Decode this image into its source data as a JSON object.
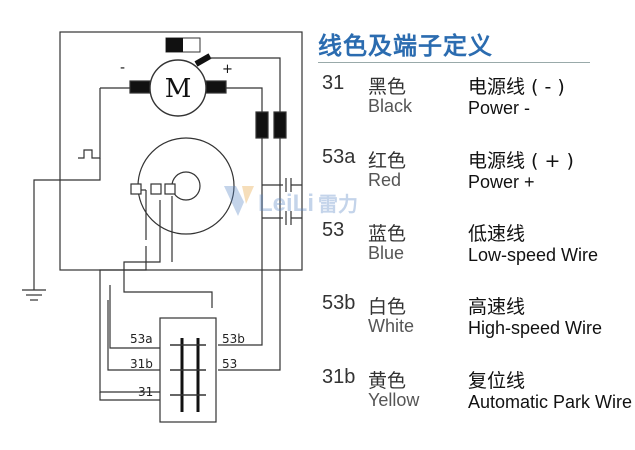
{
  "legend": {
    "title": "线色及端子定义",
    "rows": [
      {
        "terminal": "31",
        "color_cn": "黑色",
        "color_en": "Black",
        "func_cn": "电源线 ( - )",
        "func_en": "Power -"
      },
      {
        "terminal": "53a",
        "color_cn": "红色",
        "color_en": "Red",
        "func_cn": "电源线 ( + )",
        "func_en": "Power +"
      },
      {
        "terminal": "53",
        "color_cn": "蓝色",
        "color_en": "Blue",
        "func_cn": "低速线",
        "func_en": "Low-speed Wire"
      },
      {
        "terminal": "53b",
        "color_cn": "白色",
        "color_en": "White",
        "func_cn": "高速线",
        "func_en": "High-speed Wire"
      },
      {
        "terminal": "31b",
        "color_cn": "黄色",
        "color_en": "Yellow",
        "func_cn": "复位线",
        "func_en": "Automatic Park Wire"
      }
    ]
  },
  "diagram": {
    "motor_label": "M",
    "minus_label": "-",
    "plus_label": "+",
    "pins": {
      "p53a": "53a",
      "p53b": "53b",
      "p31b": "31b",
      "p53": "53",
      "p31": "31"
    }
  },
  "watermark": {
    "latin": "LeiLi",
    "cn": "雷力"
  },
  "colors": {
    "title": "#2b6cb0",
    "watermark": "#5a87c6",
    "line": "#333333"
  }
}
